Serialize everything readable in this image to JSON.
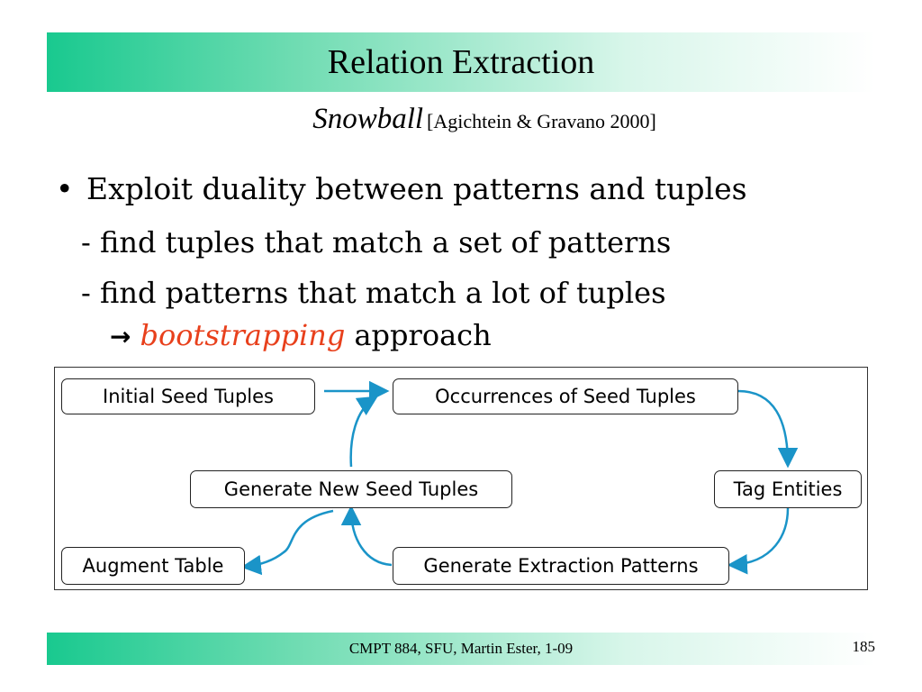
{
  "slide": {
    "title": "Relation Extraction",
    "subtitle_name": "Snowball",
    "subtitle_citation": "[Agichtein & Gravano 2000]"
  },
  "bullets": {
    "main_symbol": "•",
    "main": "Exploit duality between patterns and tuples",
    "sub1": "- find tuples that match a set of patterns",
    "sub2": "- find patterns that match a lot of tuples",
    "arrow_symbol": "→",
    "accent_word": "bootstrapping",
    "accent_rest": " approach",
    "accent_color": "#e8401c"
  },
  "diagram": {
    "arrow_color": "#1a94c8",
    "nodes": {
      "initial_seed": "Initial Seed Tuples",
      "occurrences": "Occurrences of Seed Tuples",
      "tag_entities": "Tag Entities",
      "extraction_patterns": "Generate Extraction Patterns",
      "new_seed": "Generate New Seed Tuples",
      "augment": "Augment Table"
    }
  },
  "footer": {
    "text": "CMPT 884, SFU, Martin Ester, 1-09",
    "page": "185"
  },
  "colors": {
    "band_start": "#19c98f",
    "band_end": "#ffffff"
  }
}
